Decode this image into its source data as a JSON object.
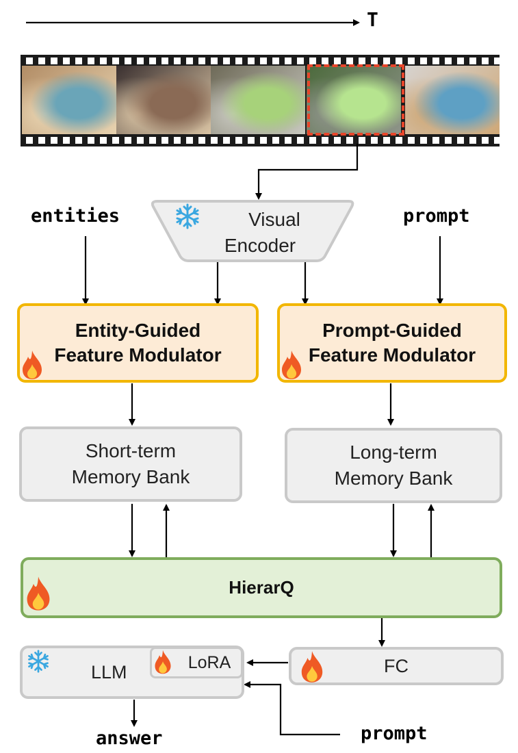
{
  "timeline": {
    "label": "T"
  },
  "film": {
    "frames": [
      {
        "description": "frame-1",
        "colors": [
          "#b28d66",
          "#6aa5b8",
          "#e8d3b0"
        ]
      },
      {
        "description": "frame-2",
        "colors": [
          "#3a3030",
          "#8a6a55",
          "#d9c3a3"
        ]
      },
      {
        "description": "frame-3",
        "colors": [
          "#6e6a58",
          "#a7d27a",
          "#c8c8bf"
        ]
      },
      {
        "description": "frame-4",
        "colors": [
          "#4c6a3c",
          "#b6e48f",
          "#8f948a"
        ]
      },
      {
        "description": "frame-5",
        "colors": [
          "#d7d3cf",
          "#5ea0c4",
          "#cfa877"
        ]
      }
    ],
    "highlight_color": "#e8452a"
  },
  "inputs": {
    "entities": "entities",
    "prompt_top": "prompt",
    "prompt_bottom": "prompt",
    "answer": "answer"
  },
  "visual_encoder": {
    "line1": "Visual",
    "line2": "Encoder"
  },
  "entity_modulator": {
    "line1": "Entity-Guided",
    "line2": "Feature Modulator"
  },
  "prompt_modulator": {
    "line1": "Prompt-Guided",
    "line2": "Feature Modulator"
  },
  "short_memory": {
    "line1": "Short-term",
    "line2": "Memory Bank"
  },
  "long_memory": {
    "line1": "Long-term",
    "line2": "Memory Bank"
  },
  "hierarq": {
    "label": "HierarQ"
  },
  "llm": {
    "label": "LLM",
    "lora": "LoRA"
  },
  "fc": {
    "label": "FC"
  },
  "colors": {
    "accent_orange": "#f2b600",
    "green_border": "#7fac5c",
    "gray_border": "#c9c9c9",
    "snowflake": "#3aa7e0",
    "flame": "#ef5a24"
  }
}
